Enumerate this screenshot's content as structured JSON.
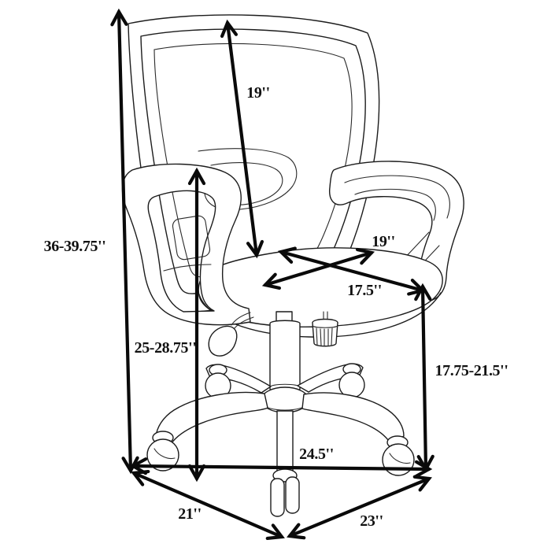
{
  "figure": {
    "type": "product-dimension-diagram",
    "subject": "mesh-back office task chair with armrests and 5-star caster base, line drawing",
    "units": "inches",
    "background_color": "#ffffff",
    "line_color": "#000000"
  },
  "dimensions": {
    "overall_height": {
      "label": "36-39.75''",
      "meaning": "overall chair height range"
    },
    "back_height": {
      "label": "19''",
      "meaning": "backrest height"
    },
    "seat_width": {
      "label": "19''",
      "meaning": "seat width"
    },
    "seat_depth": {
      "label": "17.5''",
      "meaning": "seat depth"
    },
    "floor_to_arm": {
      "label": "25-28.75''",
      "meaning": "floor to armrest height range"
    },
    "seat_height": {
      "label": "17.75-21.5''",
      "meaning": "floor to seat height range"
    },
    "base_width": {
      "label": "24.5''",
      "meaning": "base overall width"
    },
    "base_left_depth": {
      "label": "21''",
      "meaning": "base left-side depth"
    },
    "base_right_depth": {
      "label": "23''",
      "meaning": "base right-side depth"
    }
  }
}
